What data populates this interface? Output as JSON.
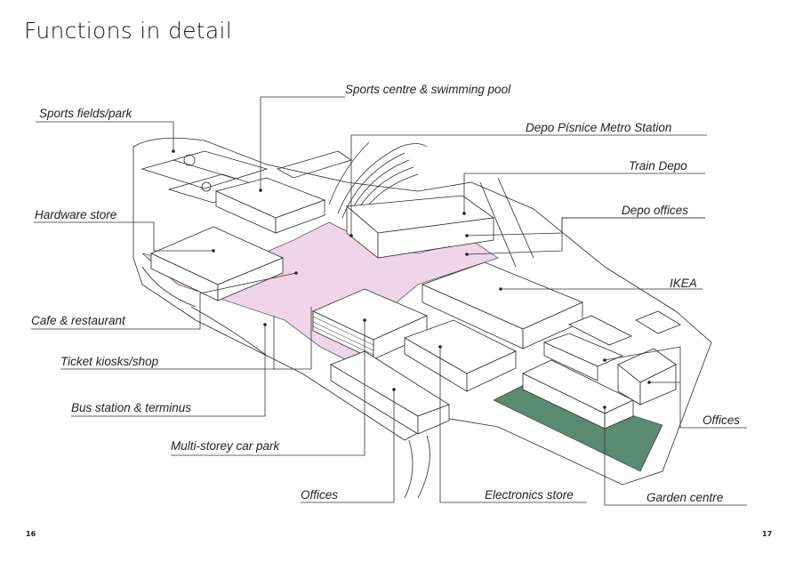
{
  "page": {
    "title": "Functions in detail",
    "page_left": "16",
    "page_right": "17"
  },
  "colors": {
    "public_space": "#f0d4e8",
    "garden_centre": "#5a8a72",
    "building_fill": "#ffffff",
    "line": "#2a2a2a"
  },
  "labels": {
    "sports_centre": "Sports centre & swimming pool",
    "sports_fields": "Sports fields/park",
    "metro_station": "Depo Písnice Metro Station",
    "train_depo": "Train Depo",
    "hardware_store": "Hardware store",
    "depo_offices": "Depo offices",
    "ikea": "IKEA",
    "cafe": "Cafe & restaurant",
    "ticket_kiosks": "Ticket kiosks/shop",
    "bus_station": "Bus station & terminus",
    "offices_right": "Offices",
    "car_park": "Multi-storey car park",
    "offices_bottom": "Offices",
    "electronics": "Electronics store",
    "garden_centre": "Garden centre"
  }
}
